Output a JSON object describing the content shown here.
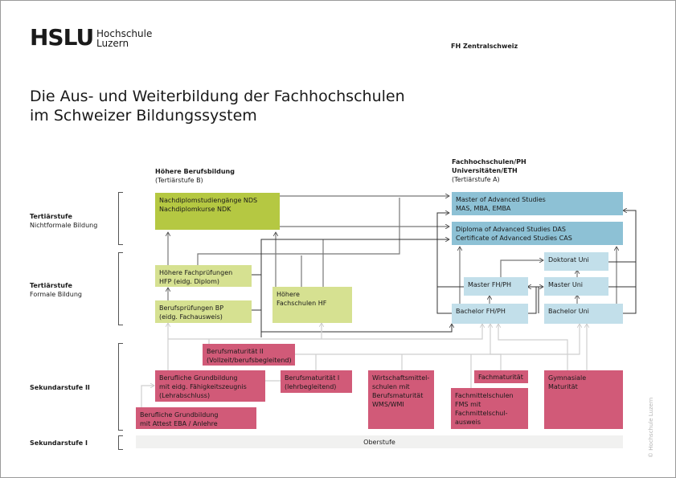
{
  "header": {
    "logo_mark": "HSLU",
    "logo_line1": "Hochschule",
    "logo_line2": "Luzern",
    "organization": "FH Zentralschweiz",
    "title_line1": "Die Aus- und Weiterbildung der Fachhochschulen",
    "title_line2": "im Schweizer Bildungssystem"
  },
  "columns": {
    "left": {
      "title": "Höhere Berufsbildung",
      "subtitle": "(Tertiärstufe B)"
    },
    "right": {
      "title_line1": "Fachhochschulen/PH",
      "title_line2": "Universitäten/ETH",
      "subtitle": "(Tertiärstufe A)"
    }
  },
  "levels": [
    {
      "title": "Tertiärstufe",
      "subtitle": "Nichtformale Bildung"
    },
    {
      "title": "Tertiärstufe",
      "subtitle": "Formale Bildung"
    },
    {
      "title": "Sekundarstufe II",
      "subtitle": ""
    },
    {
      "title": "Sekundarstufe I",
      "subtitle": ""
    }
  ],
  "boxes": {
    "nds": [
      "Nachdiplomstudiengänge NDS",
      "Nachdiplomkurse NDK"
    ],
    "hfp": [
      "Höhere Fachprüfungen",
      "HFP (eidg. Diplom)"
    ],
    "bp": [
      "Berufsprüfungen BP",
      "(eidg. Fachausweis)"
    ],
    "hf": [
      "Höhere",
      "Fachschulen HF"
    ],
    "mas": [
      "Master of Advanced Studies",
      "MAS, MBA, EMBA"
    ],
    "das": [
      "Diploma of Advanced Studies DAS",
      "Certificate of Advanced Studies CAS"
    ],
    "doktorat": [
      "Doktorat Uni"
    ],
    "master_fh": [
      "Master FH/PH"
    ],
    "master_uni": [
      "Master Uni"
    ],
    "bachelor_fh": [
      "Bachelor FH/PH"
    ],
    "bachelor_uni": [
      "Bachelor Uni"
    ],
    "bm2": [
      "Berufsmaturität II",
      "(Vollzeit/berufsbegleitend)"
    ],
    "efz": [
      "Berufliche Grundbildung",
      "mit eidg. Fähigkeitszeugnis",
      "(Lehrabschluss)"
    ],
    "eba": [
      "Berufliche Grundbildung",
      "mit Attest EBA / Anlehre"
    ],
    "bm1": [
      "Berufsmaturität I",
      "(lehrbegleitend)"
    ],
    "wms": [
      "Wirtschaftsmittel-",
      "schulen mit",
      "Berufsmaturität",
      "WMS/WMI"
    ],
    "fachmaturitaet": [
      "Fachmaturität"
    ],
    "fms": [
      "Fachmittelschulen",
      "FMS mit",
      "Fachmittelschul-",
      "ausweis"
    ],
    "gymnasium": [
      "Gymnasiale",
      "Maturität"
    ],
    "oberstufe": [
      "Oberstufe"
    ]
  },
  "colors": {
    "tertiary_b_nonformal": "#b5c842",
    "tertiary_b_formal": "#d6e191",
    "tertiary_a_nonformal": "#8dc1d5",
    "tertiary_a_formal": "#c2dfea",
    "secondary_ii": "#d15a78",
    "secondary_i": "#f1f1f0"
  },
  "copyright": "© Hochschule Luzern"
}
